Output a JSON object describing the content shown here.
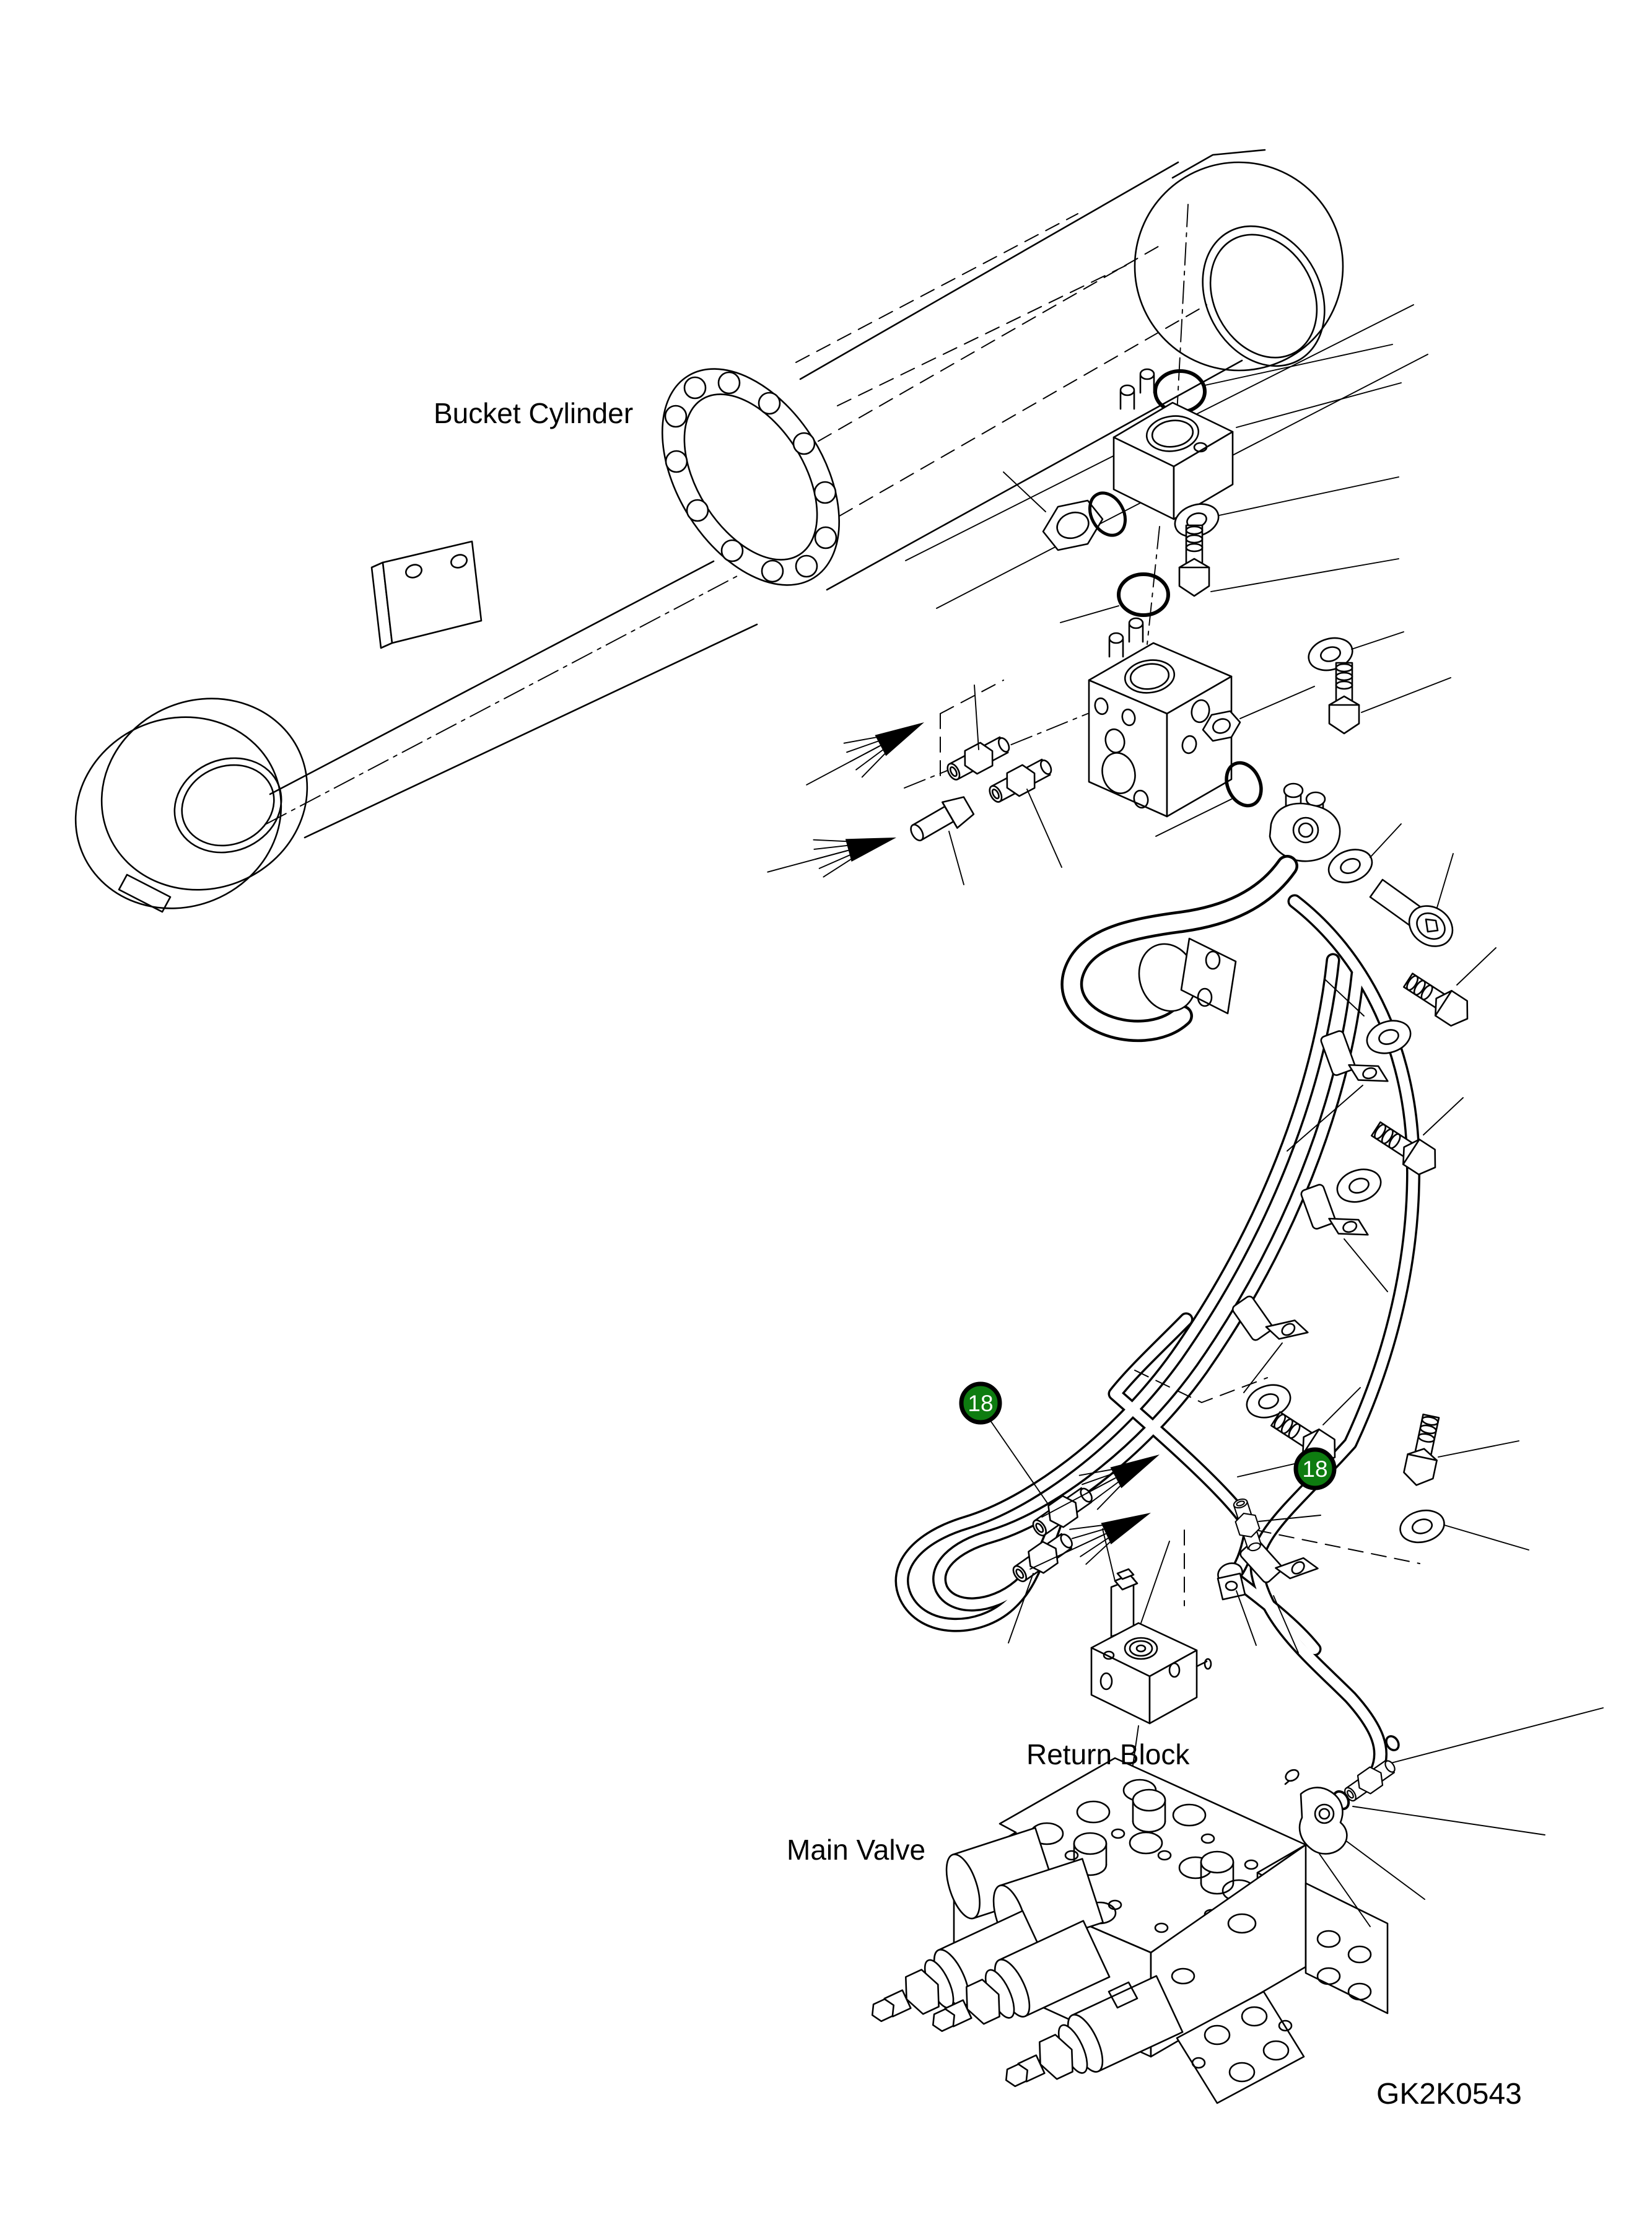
{
  "page": {
    "background": "#ffffff",
    "line_color": "#000000",
    "kind": "exploded parts diagram"
  },
  "labels": {
    "bucket_cylinder": "Bucket Cylinder",
    "return_block": "Return Block",
    "main_valve": "Main Valve",
    "drawing_code": "GK2K0543"
  },
  "callouts": {
    "color": "#0E7C10",
    "ring_color": "#000000",
    "text_color": "#ffffff",
    "items": [
      {
        "label": "18"
      },
      {
        "label": "18"
      }
    ]
  }
}
